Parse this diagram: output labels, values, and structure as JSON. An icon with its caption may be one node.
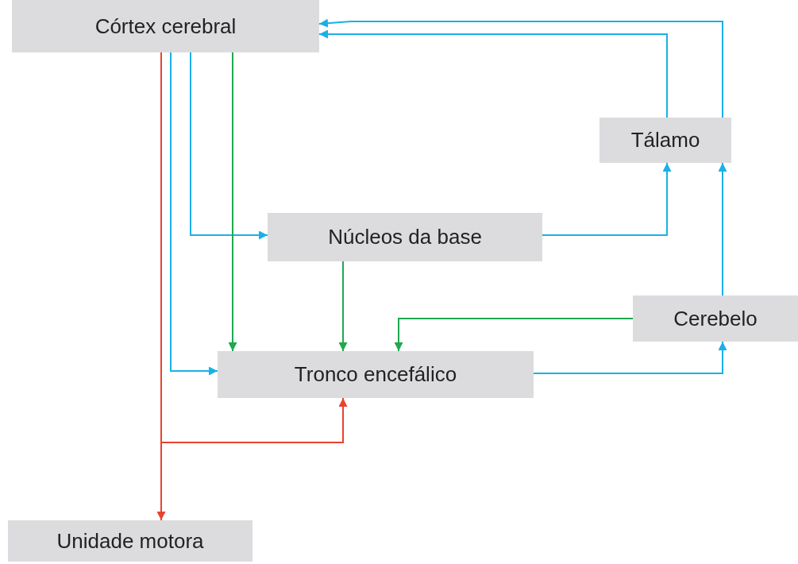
{
  "diagram": {
    "nodes": [
      {
        "text": [
          "Córtex cerebral"
        ]
      },
      {
        "text": [
          "Tálamo"
        ]
      },
      {
        "text": [
          "Núcleos da base"
        ]
      },
      {
        "text": [
          "Cerebelo"
        ]
      },
      {
        "text": [
          "Tronco encefálico"
        ]
      },
      {
        "text": [
          "Unidade motora"
        ]
      }
    ],
    "edges": [
      {
        "from": 1,
        "to": 0,
        "arrow": "to"
      },
      {
        "from": 1,
        "to": 0,
        "arrow": "to"
      },
      {
        "from": 0,
        "to": 2,
        "arrow": "to"
      },
      {
        "from": 0,
        "to": 4,
        "arrow": "to"
      },
      {
        "from": 0,
        "to": 4,
        "arrow": "to",
        "color": "#1fa84f"
      },
      {
        "from": 0,
        "to": 4,
        "arrow": "to",
        "color": "#e8432e"
      },
      {
        "from": 0,
        "to": 5,
        "arrow": "to",
        "color": "#e8432e"
      },
      {
        "from": 2,
        "to": 4,
        "arrow": "to",
        "color": "#1fa84f"
      },
      {
        "from": 2,
        "to": 1,
        "arrow": "to"
      },
      {
        "from": 3,
        "to": 1,
        "arrow": "to"
      },
      {
        "from": 3,
        "to": 4,
        "arrow": "to",
        "color": "#1fa84f"
      },
      {
        "from": 4,
        "to": 3,
        "arrow": "to"
      }
    ]
  }
}
